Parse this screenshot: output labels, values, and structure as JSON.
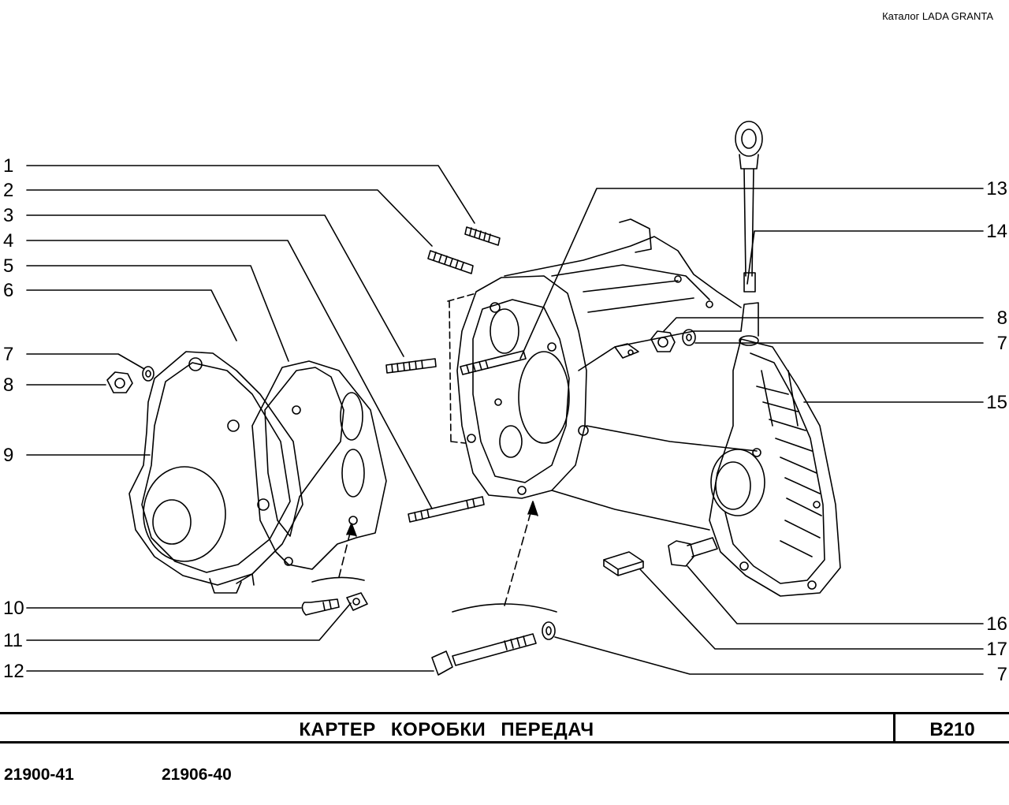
{
  "header": {
    "catalog_label": "Каталог LADA  GRANTA"
  },
  "title": {
    "name": "КАРТЕР   КОРОБКИ   ПЕРЕДАЧ",
    "page_code": "B210"
  },
  "models": [
    "21900-41",
    "21906-40"
  ],
  "callouts": {
    "left": [
      "1",
      "2",
      "3",
      "4",
      "5",
      "6",
      "7",
      "8",
      "9",
      "10",
      "11",
      "12"
    ],
    "right": [
      "13",
      "14",
      "8",
      "7",
      "15",
      "16",
      "17",
      "7"
    ]
  }
}
